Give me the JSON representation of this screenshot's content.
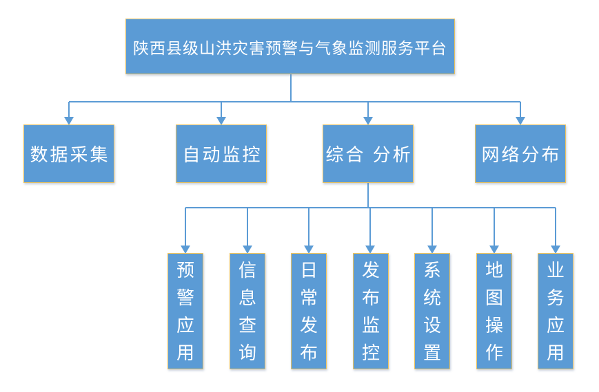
{
  "diagram": {
    "title": "陕西县级山洪灾害预警与气象监测服务平台",
    "level2": [
      {
        "label": "数据采集"
      },
      {
        "label": "自动监控"
      },
      {
        "label": "综合 分析"
      },
      {
        "label": "网络分布"
      }
    ],
    "level3": [
      {
        "label": "预警应用"
      },
      {
        "label": "信息查询"
      },
      {
        "label": "日常发布"
      },
      {
        "label": "发布监控"
      },
      {
        "label": "系统设置"
      },
      {
        "label": "地图操作"
      },
      {
        "label": "业务应用"
      }
    ],
    "edges": {
      "root_children": [
        "数据采集",
        "自动监控",
        "综合 分析",
        "网络分布"
      ],
      "comprehensive_analysis_children": [
        "预警应用",
        "信息查询",
        "日常发布",
        "发布监控",
        "系统设置",
        "地图操作",
        "业务应用"
      ]
    },
    "colors": {
      "node_fill": "#5b9bd5",
      "node_border": "#ecc35f",
      "connector": "#5b9bd5",
      "text": "#ffffff",
      "background": "#ffffff"
    }
  }
}
